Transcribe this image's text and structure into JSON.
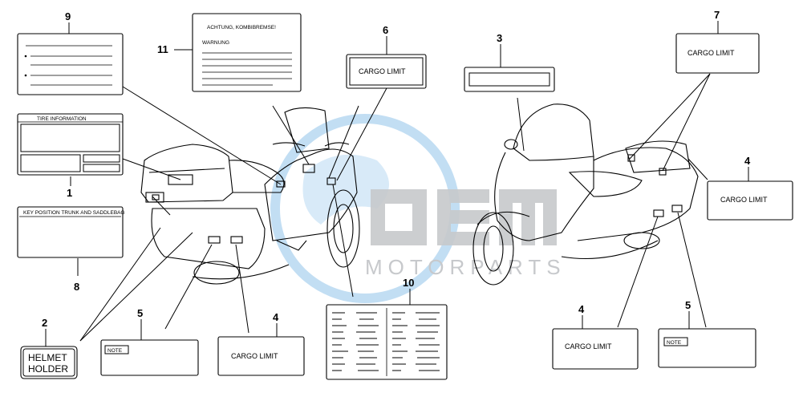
{
  "callouts": {
    "n1": "1",
    "n2": "2",
    "n3": "3",
    "n4a": "4",
    "n4b": "4",
    "n4c": "4",
    "n5a": "5",
    "n5b": "5",
    "n6": "6",
    "n7": "7",
    "n8": "8",
    "n9": "9",
    "n10": "10",
    "n11": "11"
  },
  "labels": {
    "cargo_limit": "CARGO LIMIT",
    "tire_information": "TIRE INFORMATION",
    "key_position": "KEY POSITION TRUNK AND SADDLEBAG",
    "note": "NOTE",
    "helmet_line1": "HELMET",
    "helmet_line2": "HOLDER",
    "achtung": "ACHTUNG, KOMBIBREMSE!",
    "warnung": "WARNUNG"
  },
  "watermark": {
    "brand": "OEM",
    "tagline": "MOTORPARTS"
  },
  "colors": {
    "line": "#000000",
    "watermark_blue": "#8fc3ea",
    "watermark_gray": "#c7c9cc"
  }
}
